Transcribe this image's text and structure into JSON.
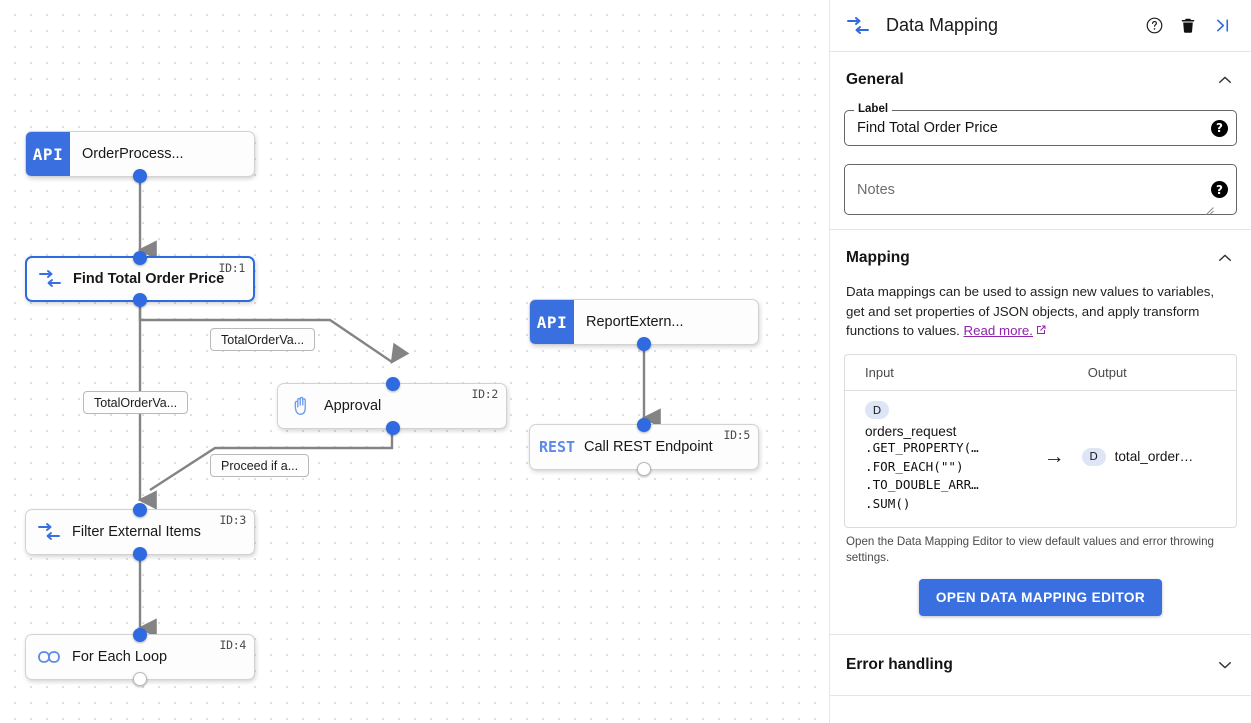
{
  "canvas": {
    "nodes": [
      {
        "id": "n0",
        "kind": "api",
        "badge": "API",
        "title": "OrderProcess...",
        "id_label": ""
      },
      {
        "id": "n1",
        "kind": "map",
        "badge": "",
        "title": "Find Total Order Price",
        "id_label": "ID:1"
      },
      {
        "id": "n2",
        "kind": "approval",
        "badge": "",
        "title": "Approval",
        "id_label": "ID:2"
      },
      {
        "id": "n3",
        "kind": "map",
        "badge": "",
        "title": "Filter External Items",
        "id_label": "ID:3"
      },
      {
        "id": "n4",
        "kind": "loop",
        "badge": "",
        "title": "For Each Loop",
        "id_label": "ID:4"
      },
      {
        "id": "n5",
        "kind": "api",
        "badge": "API",
        "title": "ReportExtern...",
        "id_label": ""
      },
      {
        "id": "n6",
        "kind": "rest",
        "badge": "REST",
        "title": "Call REST Endpoint",
        "id_label": "ID:5"
      }
    ],
    "edge_labels": [
      {
        "id": "e0",
        "text": "TotalOrderVa..."
      },
      {
        "id": "e1",
        "text": "TotalOrderVa..."
      },
      {
        "id": "e2",
        "text": "Proceed if a..."
      }
    ]
  },
  "panel": {
    "header": {
      "title": "Data Mapping",
      "icon": "data-mapping-icon",
      "help_icon": "help-circle-icon",
      "delete_icon": "trash-icon",
      "collapse_icon": "collapse-panel-icon"
    },
    "general": {
      "title": "General",
      "label_legend": "Label",
      "label_value": "Find Total Order Price",
      "notes_placeholder": "Notes"
    },
    "mapping": {
      "title": "Mapping",
      "description_pre": "Data mappings can be used to assign new values to variables, get and set properties of JSON objects, and apply transform functions to values. ",
      "link_text": "Read more.",
      "table": {
        "headers": [
          "Input",
          "Output"
        ],
        "rows": [
          {
            "input_badge": "D",
            "input_name": "orders_request",
            "input_functions": [
              ".GET_PROPERTY(…",
              ".FOR_EACH(\"\")",
              ".TO_DOUBLE_ARR…",
              ".SUM()"
            ],
            "arrow": "→",
            "output_badge": "D",
            "output_name": "total_order…"
          }
        ]
      },
      "hint": "Open the Data Mapping Editor to view default values and error throwing settings.",
      "button_label": "OPEN DATA MAPPING EDITOR"
    },
    "error_handling": {
      "title": "Error handling"
    }
  },
  "colors": {
    "accent_blue": "#3a6fe0",
    "port_blue": "#2f6ae0",
    "link_purple": "#8e24aa",
    "badge_bg": "#dde5f6",
    "edge_gray": "#848484"
  }
}
